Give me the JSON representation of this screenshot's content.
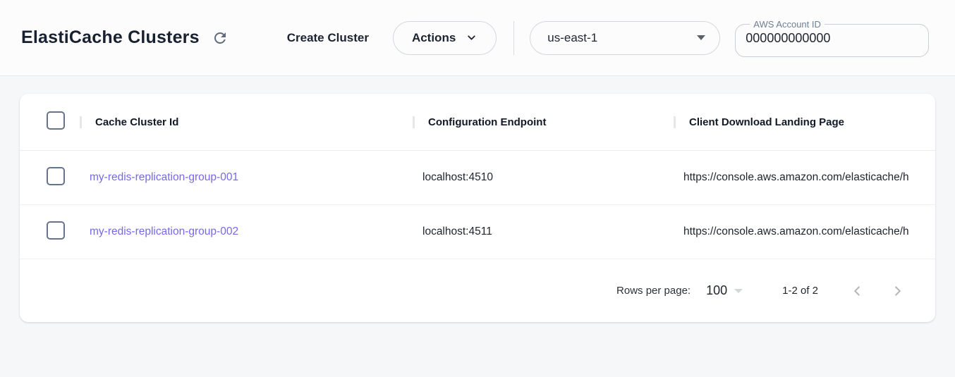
{
  "header": {
    "title": "ElastiCache Clusters",
    "create_cluster_label": "Create Cluster",
    "actions_label": "Actions",
    "region_selected": "us-east-1",
    "account_field": {
      "label": "AWS Account ID",
      "value": "000000000000"
    }
  },
  "table": {
    "columns": {
      "cache_cluster_id": "Cache Cluster Id",
      "configuration_endpoint": "Configuration Endpoint",
      "client_download_landing_page": "Client Download Landing Page"
    },
    "rows": [
      {
        "cache_cluster_id": "my-redis-replication-group-001",
        "configuration_endpoint": "localhost:4510",
        "client_download_landing_page": "https://console.aws.amazon.com/elasticache/h"
      },
      {
        "cache_cluster_id": "my-redis-replication-group-002",
        "configuration_endpoint": "localhost:4511",
        "client_download_landing_page": "https://console.aws.amazon.com/elasticache/h"
      }
    ],
    "pagination": {
      "rows_per_page_label": "Rows per page:",
      "rows_per_page_value": "100",
      "range_label": "1-2 of 2"
    }
  },
  "colors": {
    "link": "#7568ee",
    "checkbox_border": "#64748b",
    "icon_grey": "#5d6b7c",
    "disabled_chevron": "#b4b8bf"
  }
}
